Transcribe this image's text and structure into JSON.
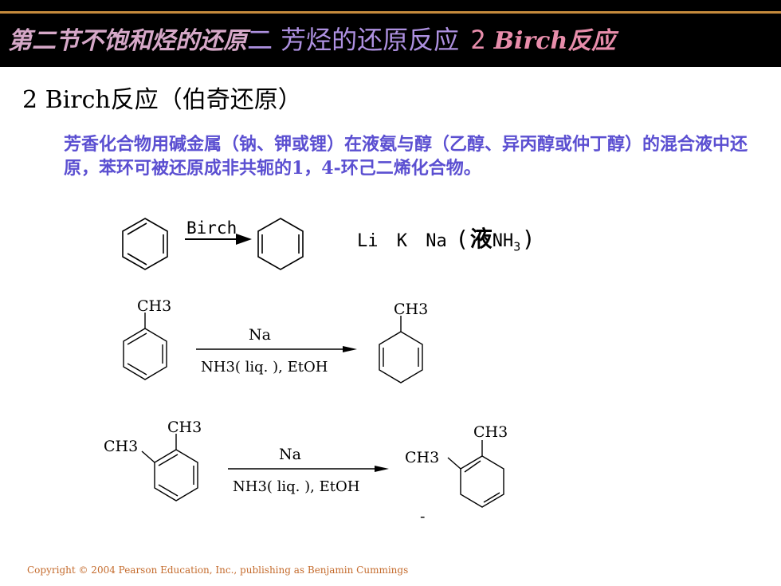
{
  "header": {
    "title_part1": "第二节不饱和烃的还原",
    "title_part2": "二 芳烃的还原反应",
    "title_part3": "2",
    "title_part4": "Birch反应"
  },
  "section_title": "2 Birch反应（伯奇还原）",
  "description": "芳香化合物用碱金属（钠、钾或锂）在液氨与醇（乙醇、异丙醇或仲丁醇）的混合液中还原，苯环可被还原成非共轭的1，4-环己二烯化合物。",
  "reaction1": {
    "arrow_label": "Birch",
    "metals": [
      "Li",
      "K",
      "Na"
    ],
    "open_paren": "(",
    "liquid": "液",
    "solvent": "NH",
    "solvent_sub": "3",
    "close_paren": ")"
  },
  "reaction2": {
    "substituent": "CH3",
    "reagent_above": "Na",
    "reagent_below": "NH3( liq. ), EtOH"
  },
  "reaction3": {
    "substituent_1": "CH3",
    "substituent_2": "CH3",
    "reagent_above": "Na",
    "reagent_below": "NH3( liq. ), EtOH",
    "mark": "-"
  },
  "copyright": "Copyright © 2004 Pearson Education, Inc., publishing as Benjamin Cummings"
}
